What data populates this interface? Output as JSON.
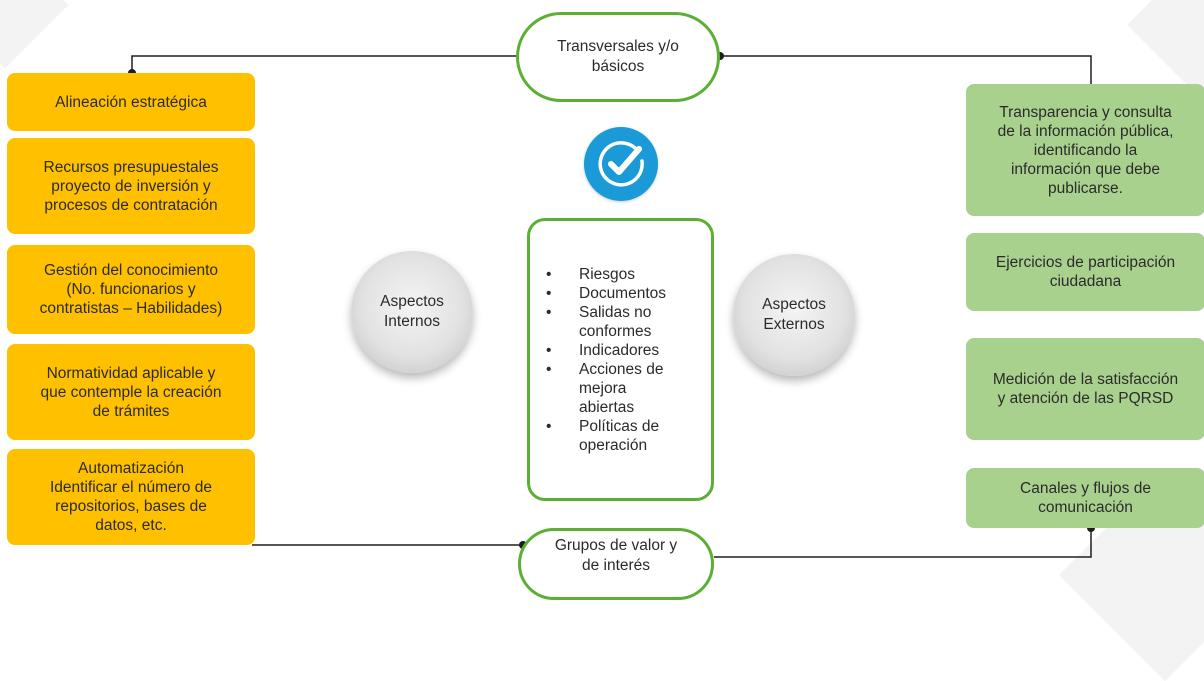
{
  "top_node": {
    "label": "Transversales y/o\nbásicos"
  },
  "bottom_node": {
    "label": "Grupos de valor y\nde interés"
  },
  "check_icon": {
    "icon": "check-badge-icon",
    "color": "#1a9ad6"
  },
  "internal": {
    "label": "Aspectos\nInternos",
    "items": [
      {
        "label": "Alineación estratégica"
      },
      {
        "label": "Recursos presupuestales\nproyecto de inversión y\nprocesos de contratación"
      },
      {
        "label": "Gestión del conocimiento\n(No. funcionarios y\ncontratistas – Habilidades)"
      },
      {
        "label": "Normatividad aplicable y\nque contemple la creación\nde trámites"
      },
      {
        "label": "Automatización\nIdentificar el número de\nrepositorios, bases de\ndatos, etc."
      }
    ]
  },
  "external": {
    "label": "Aspectos\nExternos",
    "items": [
      {
        "label": "Transparencia y consulta\nde la información pública,\nidentificando la\ninformación que debe\npublicarse."
      },
      {
        "label": "Ejercicios de participación\nciudadana"
      },
      {
        "label": "Medición de la satisfacción\ny atención de las PQRSD"
      },
      {
        "label": "Canales y flujos de\ncomunicación"
      }
    ]
  },
  "center": {
    "items": [
      "Riesgos",
      "Documentos",
      "Salidas no\nconformes",
      "Indicadores",
      "Acciones de\nmejora\nabiertas",
      "Políticas de\noperación"
    ]
  },
  "colors": {
    "internal_box": "#ffc000",
    "external_box": "#a9d18e",
    "accent_green": "#5bb034"
  }
}
